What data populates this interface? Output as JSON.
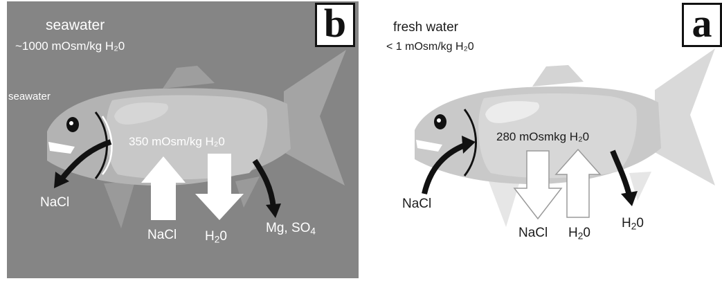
{
  "panel_b": {
    "letter": "b",
    "environment": "seawater",
    "environment_osmolality": "~1000 mOsm/kg H₂0",
    "side_label": "seawater",
    "body_osmolality": "350 mOsm/kg H₂0",
    "gill_output": "NaCl",
    "arrow_up_label": "NaCl",
    "arrow_down_label": {
      "main": "H",
      "sub": "2",
      "tail": "0"
    },
    "kidney_output": {
      "main": "Mg, SO",
      "sub": "4"
    }
  },
  "panel_a": {
    "letter": "a",
    "environment": "fresh water",
    "environment_osmolality": "< 1 mOsm/kg H₂0",
    "body_osmolality": "280 mOsmkg H₂0",
    "gill_input": "NaCl",
    "arrow_down_label": "NaCl",
    "arrow_up_label": {
      "main": "H",
      "sub": "2",
      "tail": "0"
    },
    "kidney_output": {
      "main": "H",
      "sub": "2",
      "tail": "0"
    }
  },
  "colors": {
    "seawater_background": "#858585",
    "fish_body_dark": "#b8b8b8",
    "fish_body_light": "#d2d2d2",
    "fish_fin_light": "#e9e9e9",
    "arrow": "#111111",
    "flow_arrow_fill": "#ffffff"
  }
}
